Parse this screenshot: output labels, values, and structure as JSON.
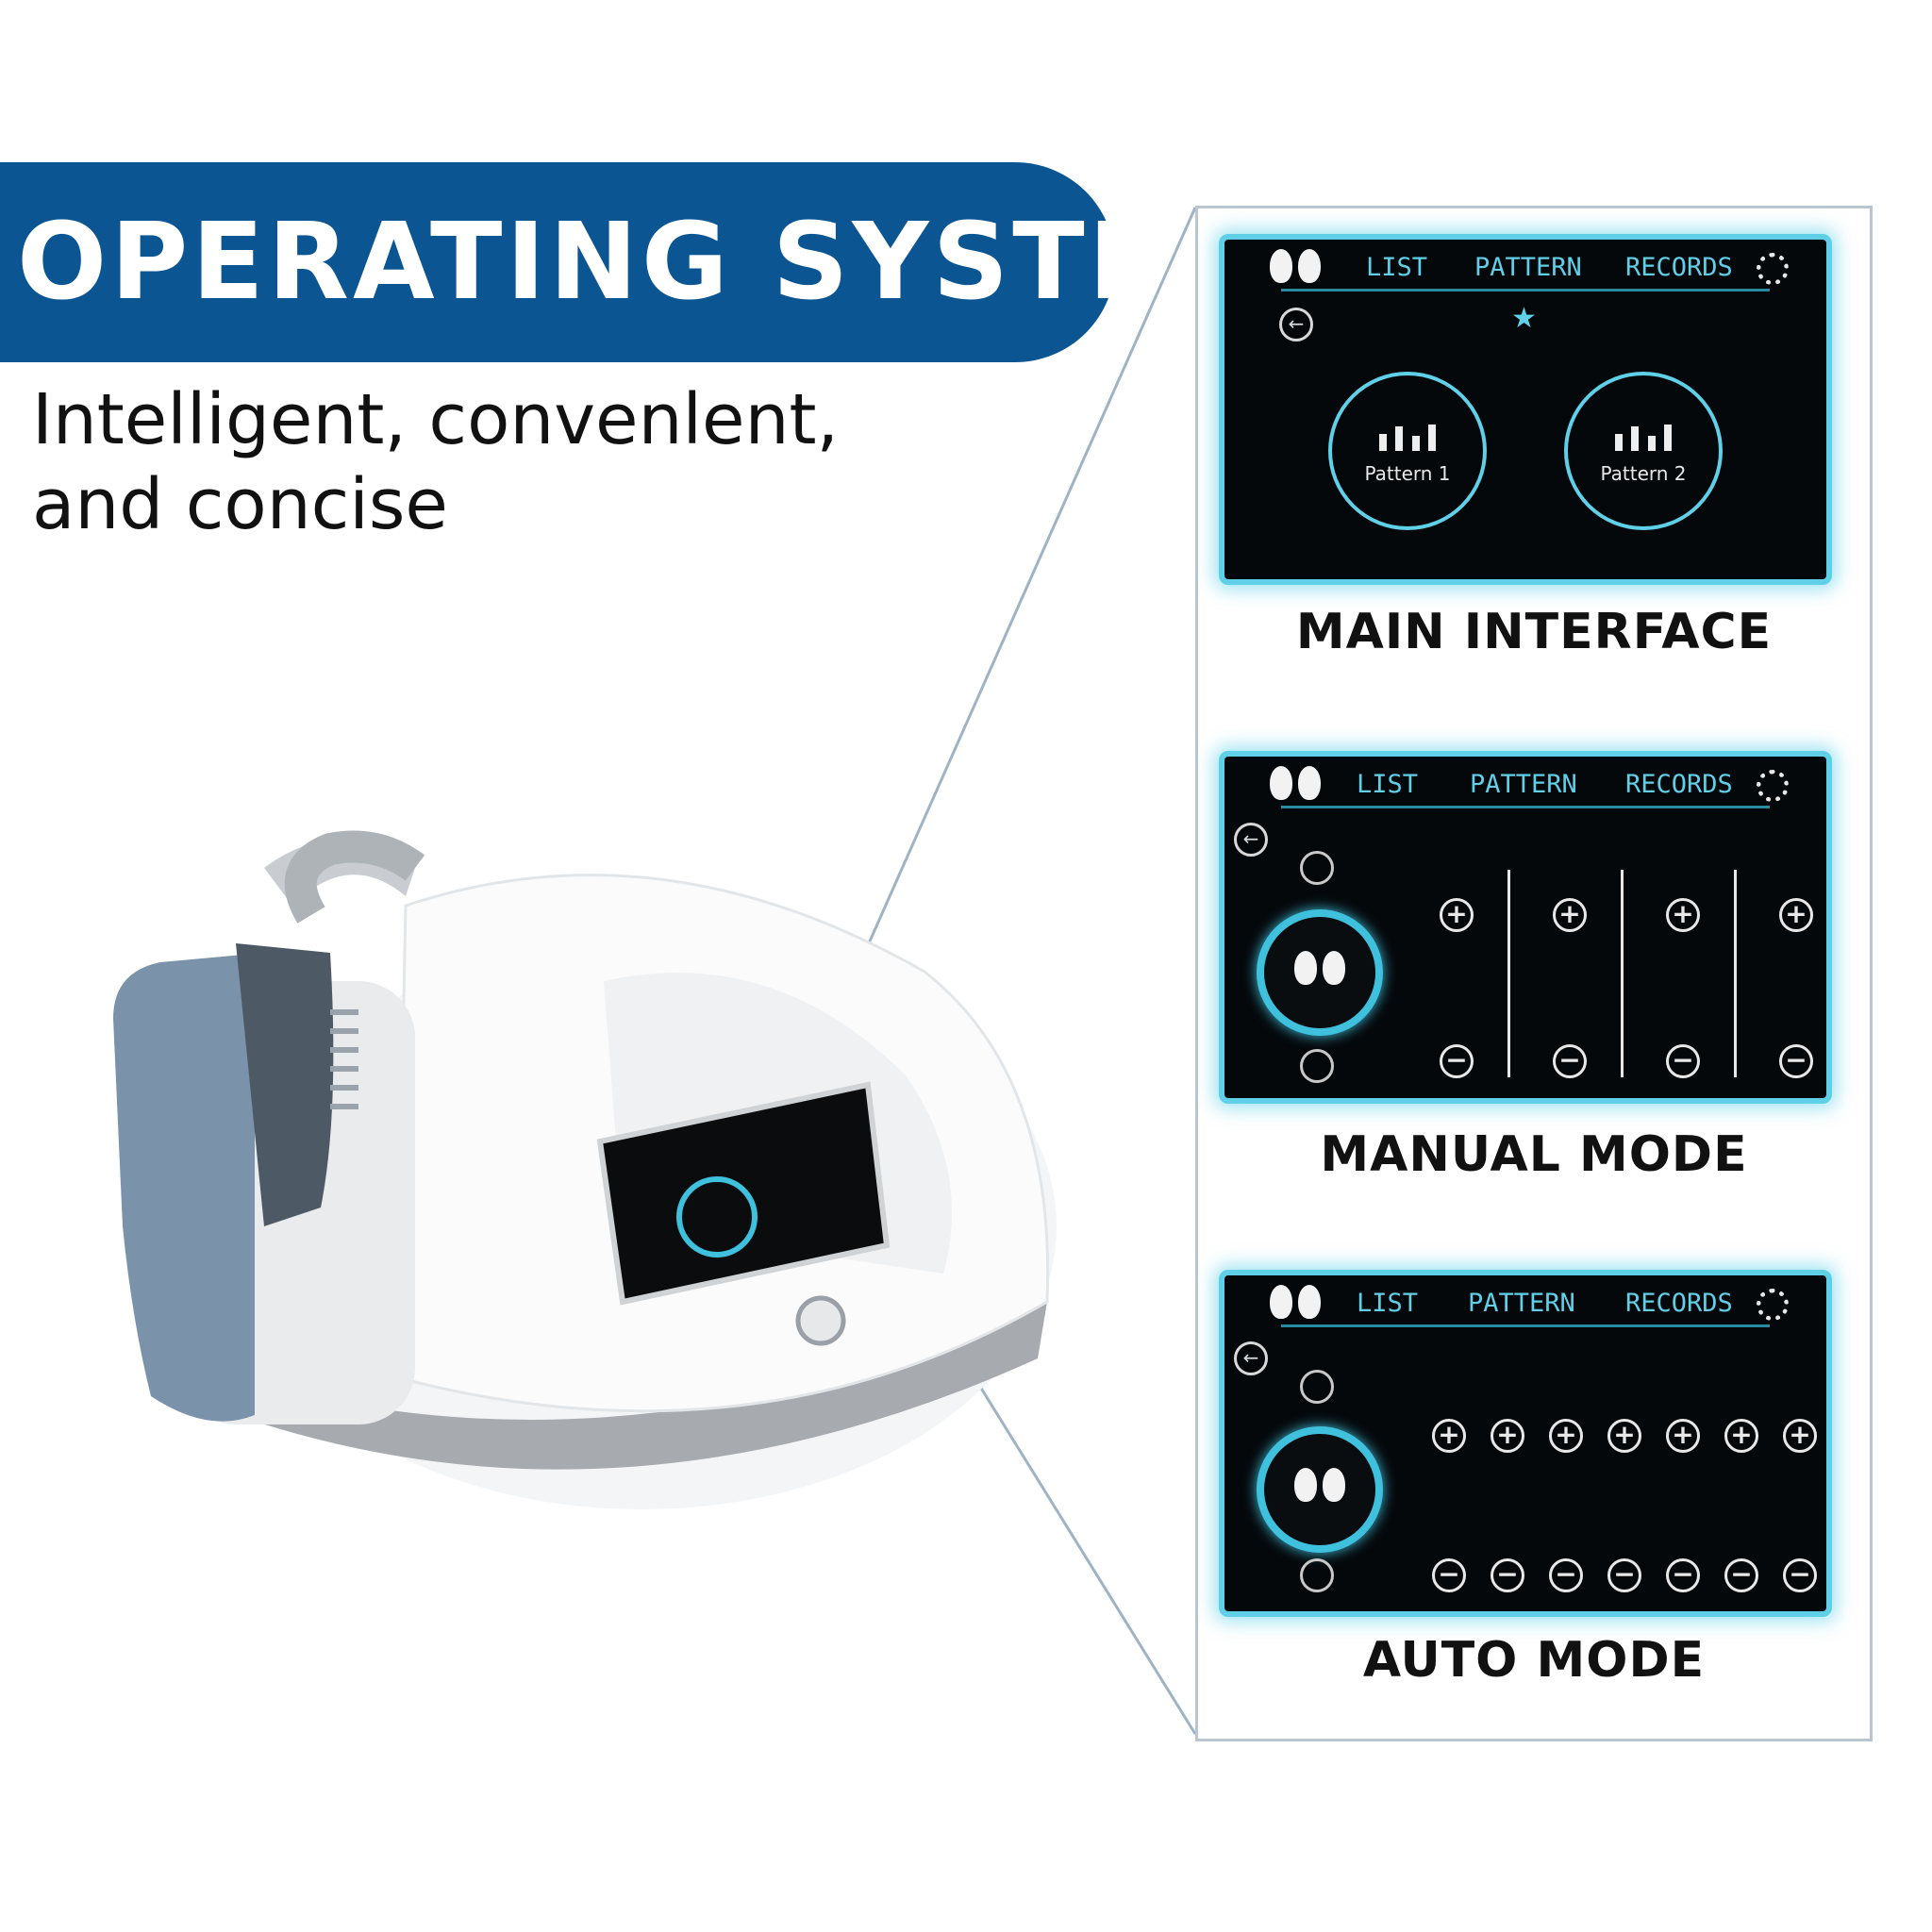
{
  "header": {
    "title": "OPERATING SYSTEM",
    "subtitle_line1": "Intelligent, convenlent,",
    "subtitle_line2": "and concise"
  },
  "screen_nav": {
    "list": "LIST",
    "pattern": "PATTERN",
    "records": "RECORDS"
  },
  "main_interface": {
    "caption": "MAIN INTERFACE",
    "pattern1": "Pattern 1",
    "pattern2": "Pattern 2"
  },
  "manual_mode": {
    "caption": "MANUAL MODE"
  },
  "auto_mode": {
    "caption": "AUTO MODE"
  },
  "colors": {
    "brand_blue": "#0b5593",
    "screen_accent": "#5fd0e8"
  }
}
